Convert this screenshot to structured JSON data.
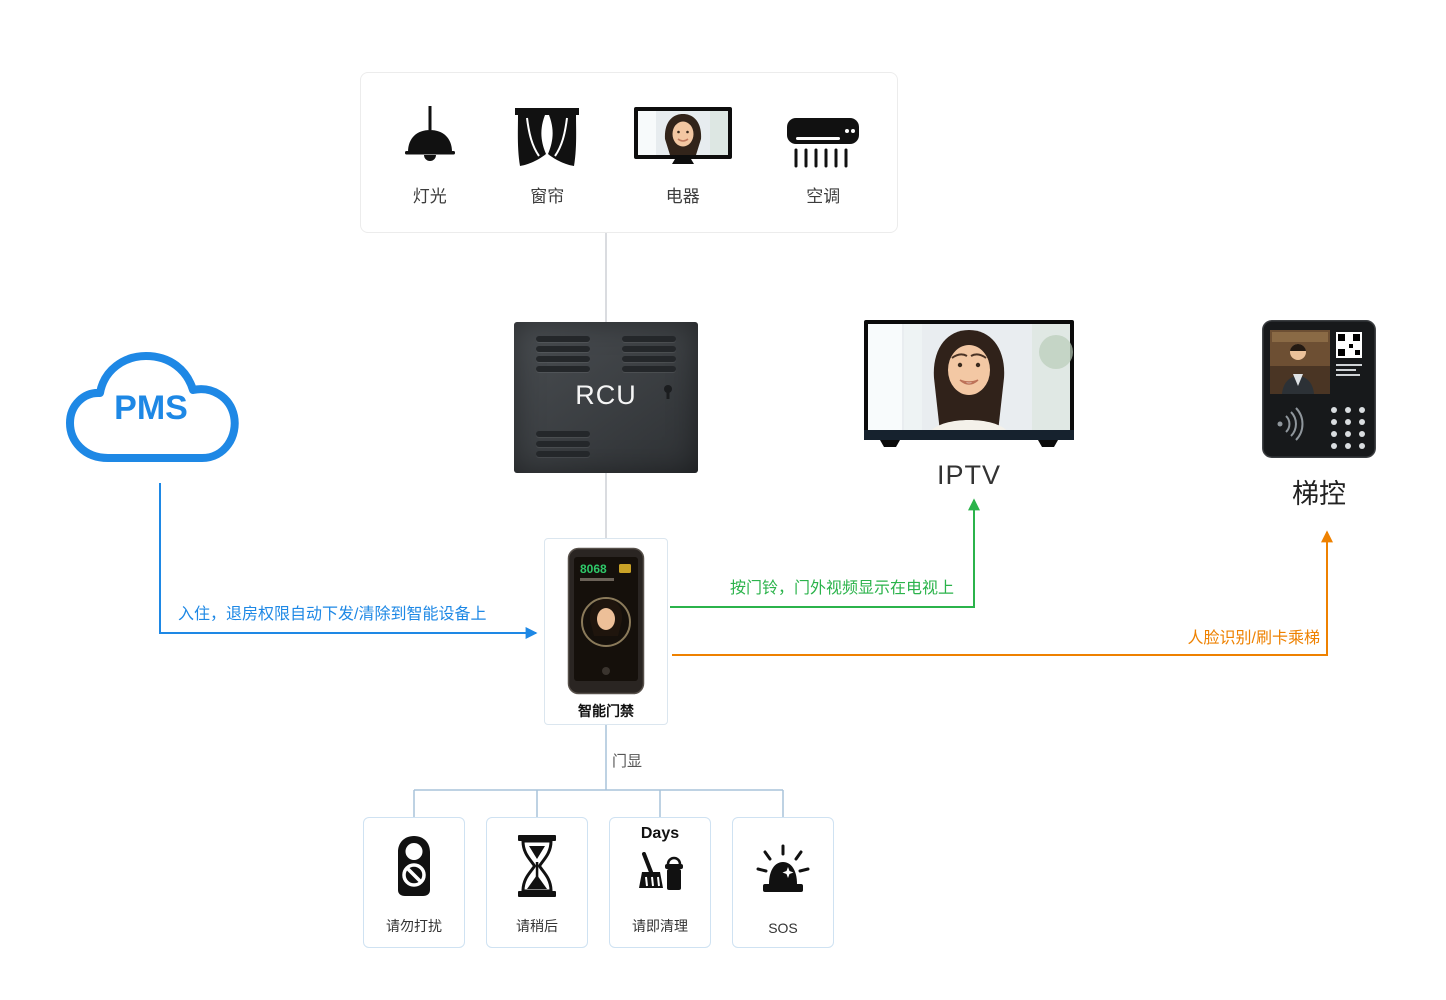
{
  "colors": {
    "blue": "#1e88e5",
    "green": "#2bb34b",
    "orange": "#ee8100"
  },
  "top_panel": {
    "items": [
      {
        "label": "灯光"
      },
      {
        "label": "窗帘"
      },
      {
        "label": "电器"
      },
      {
        "label": "空调"
      }
    ]
  },
  "pms": {
    "label": "PMS"
  },
  "rcu": {
    "label": "RCU"
  },
  "iptv": {
    "label": "IPTV"
  },
  "elevator": {
    "label": "梯控"
  },
  "door_access": {
    "label": "智能门禁",
    "room_number": "8068"
  },
  "door_display": {
    "label": "门显"
  },
  "annotations": {
    "pms_to_door": "入住，退房权限自动下发/清除到智能设备上",
    "door_to_iptv": "按门铃，门外视频显示在电视上",
    "door_to_elevator": "人脸识别/刷卡乘梯"
  },
  "status_cards": [
    {
      "label": "请勿打扰"
    },
    {
      "label": "请稍后"
    },
    {
      "top_text": "Days",
      "label": "请即清理"
    },
    {
      "label": "SOS"
    }
  ]
}
